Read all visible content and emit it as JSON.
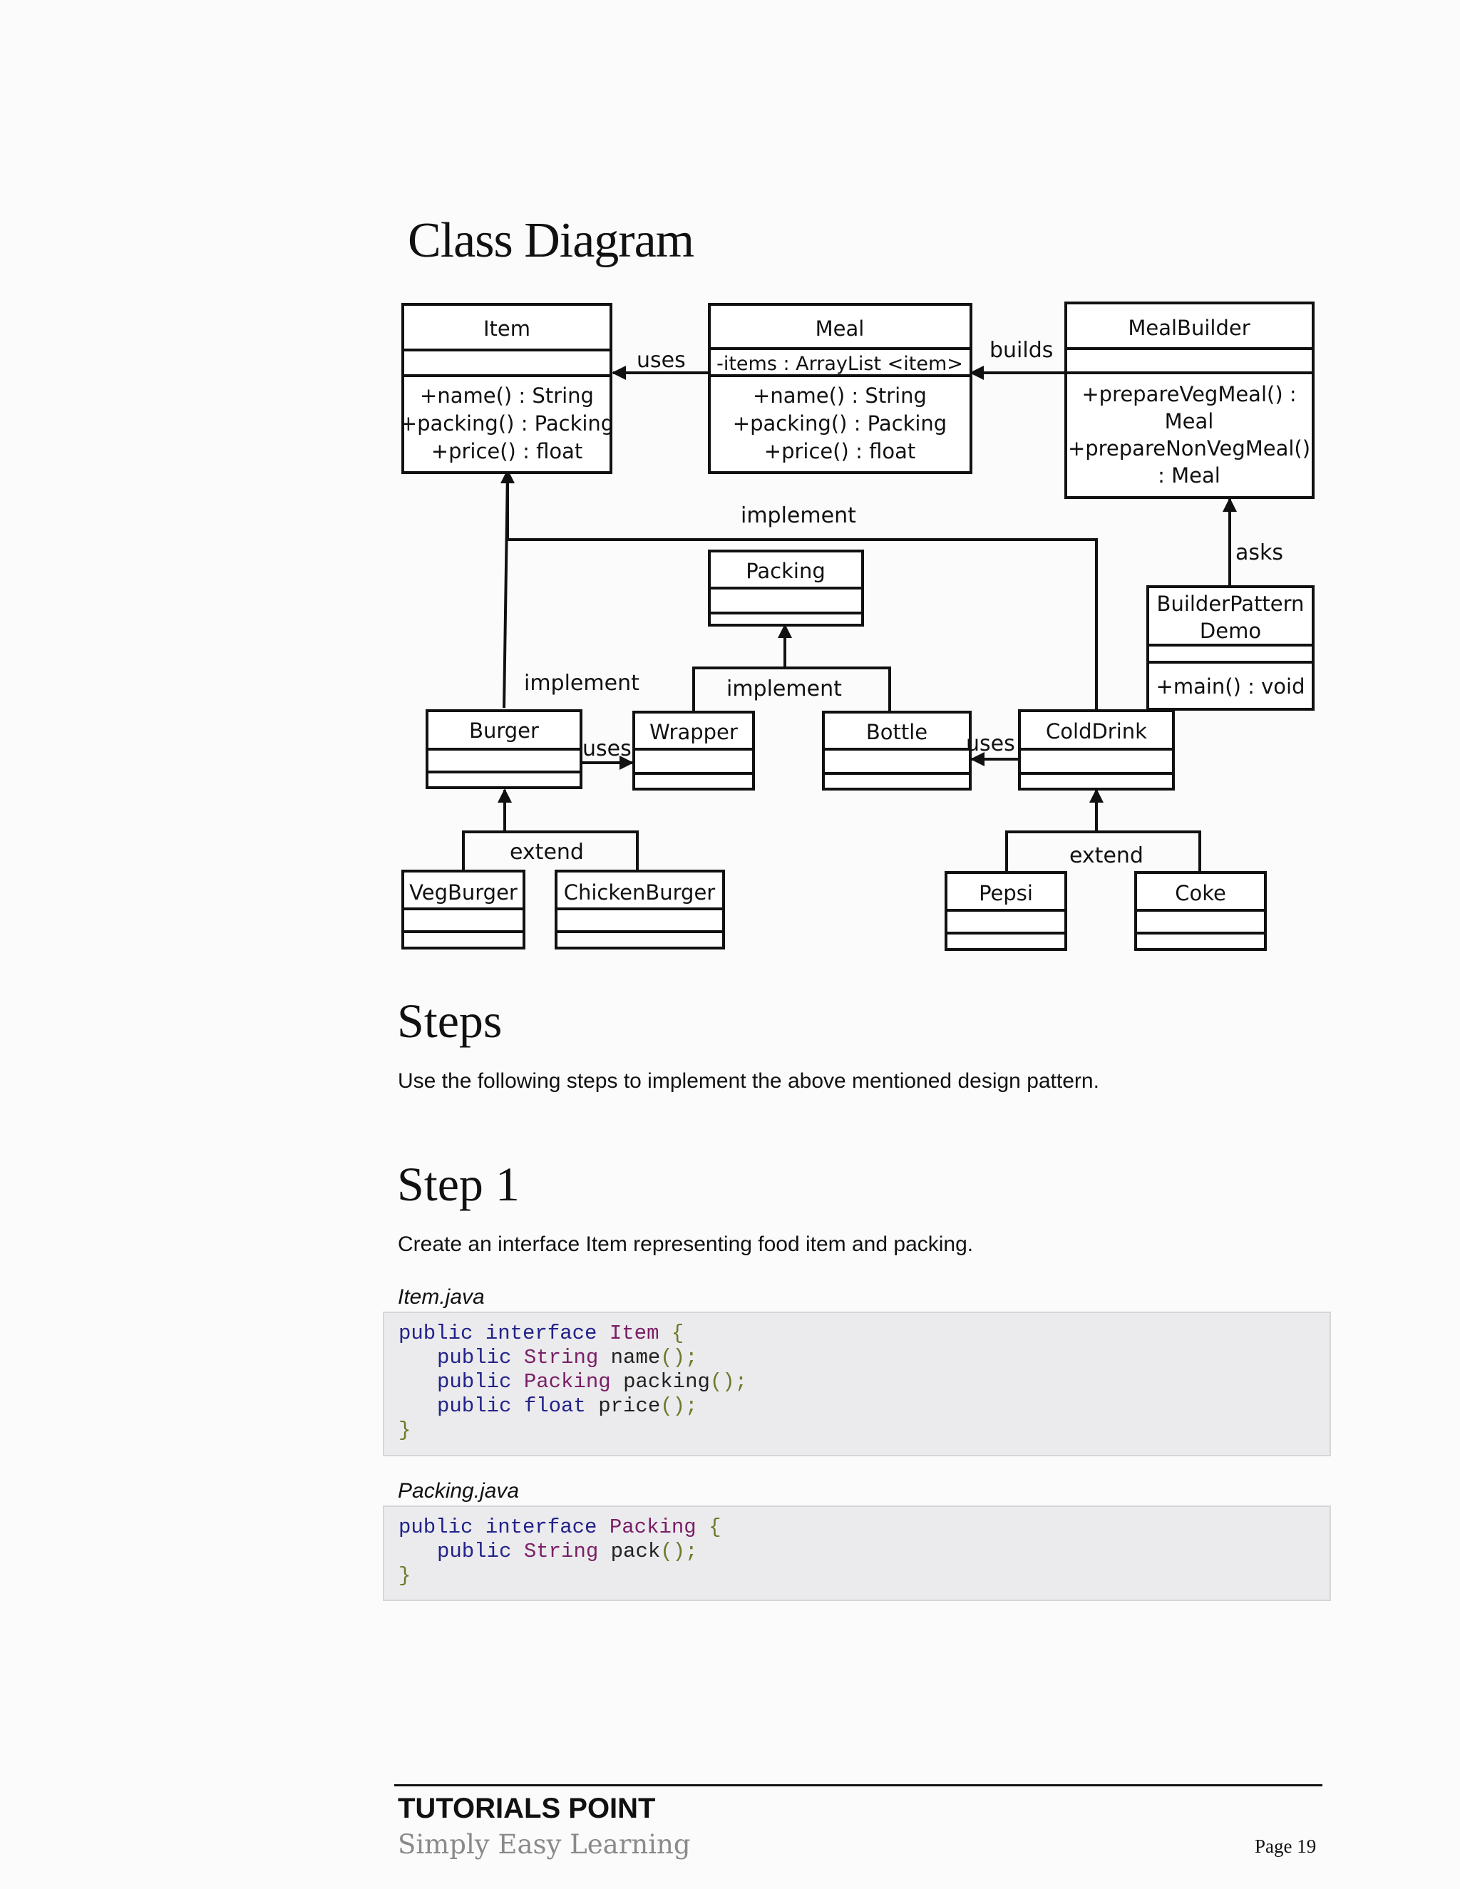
{
  "headings": {
    "class_diagram": "Class Diagram",
    "steps": "Steps",
    "step1": "Step 1"
  },
  "text": {
    "steps_intro": "Use the following steps to implement the above mentioned design pattern.",
    "step1_intro": "Create an interface Item representing food item and packing."
  },
  "diagram": {
    "classes": {
      "item": {
        "name": "Item",
        "attrs": [],
        "methods": [
          "+name() : String",
          "+packing() : Packing",
          "+price() : float"
        ]
      },
      "meal": {
        "name": "Meal",
        "attrs": [
          "-items : ArrayList <item>"
        ],
        "methods": [
          "+name() : String",
          "+packing() : Packing",
          "+price() : float"
        ]
      },
      "mealbuilder": {
        "name": "MealBuilder",
        "attrs": [],
        "methods": [
          "+prepareVegMeal() :",
          "Meal",
          "+prepareNonVegMeal()",
          ": Meal"
        ]
      },
      "packing": {
        "name": "Packing"
      },
      "demo": {
        "name_line1": "BuilderPattern",
        "name_line2": "Demo",
        "methods": [
          "+main() : void"
        ]
      },
      "burger": {
        "name": "Burger"
      },
      "wrapper": {
        "name": "Wrapper"
      },
      "bottle": {
        "name": "Bottle"
      },
      "colddrink": {
        "name": "ColdDrink"
      },
      "vegburger": {
        "name": "VegBurger"
      },
      "chickenburger": {
        "name": "ChickenBurger"
      },
      "pepsi": {
        "name": "Pepsi"
      },
      "coke": {
        "name": "Coke"
      }
    },
    "labels": {
      "uses_meal_item": "uses",
      "builds": "builds",
      "implement_top": "implement",
      "asks": "asks",
      "implement_burger": "implement",
      "implement_packing": "implement",
      "uses_burger_wrapper": "uses",
      "uses_colddrink_bottle": "uses",
      "extend_burger": "extend",
      "extend_drink": "extend"
    }
  },
  "files": {
    "item": {
      "name": "Item.java",
      "lines": [
        {
          "indent": false,
          "parts": [
            [
              "kw",
              "public interface "
            ],
            [
              "ty",
              "Item "
            ],
            [
              "pu",
              "{"
            ]
          ]
        },
        {
          "indent": true,
          "parts": [
            [
              "kw",
              "public "
            ],
            [
              "ty",
              "String "
            ],
            [
              "pl",
              "name"
            ],
            [
              "pu",
              "();"
            ]
          ]
        },
        {
          "indent": true,
          "parts": [
            [
              "kw",
              "public "
            ],
            [
              "ty",
              "Packing "
            ],
            [
              "pl",
              "packing"
            ],
            [
              "pu",
              "();"
            ]
          ]
        },
        {
          "indent": true,
          "parts": [
            [
              "kw",
              "public float "
            ],
            [
              "pl",
              "price"
            ],
            [
              "pu",
              "();"
            ]
          ]
        },
        {
          "indent": false,
          "parts": [
            [
              "pu",
              "}"
            ]
          ]
        }
      ]
    },
    "packing": {
      "name": "Packing.java",
      "lines": [
        {
          "indent": false,
          "parts": [
            [
              "kw",
              "public interface "
            ],
            [
              "ty",
              "Packing "
            ],
            [
              "pu",
              "{"
            ]
          ]
        },
        {
          "indent": true,
          "parts": [
            [
              "kw",
              "public "
            ],
            [
              "ty",
              "String "
            ],
            [
              "pl",
              "pack"
            ],
            [
              "pu",
              "();"
            ]
          ]
        },
        {
          "indent": false,
          "parts": [
            [
              "pu",
              "}"
            ]
          ]
        }
      ]
    }
  },
  "footer": {
    "brand": "TUTORIALS POINT",
    "tagline": "Simply Easy Learning",
    "page": "Page 19"
  }
}
